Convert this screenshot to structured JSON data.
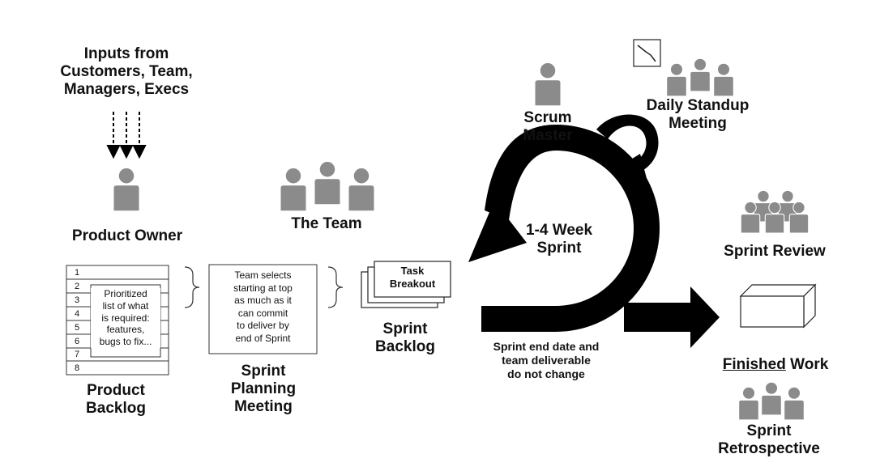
{
  "inputs_label": "Inputs from\nCustomers, Team,\nManagers, Execs",
  "product_owner": "Product Owner",
  "backlog_note": "Prioritized\nlist of what\nis required:\nfeatures,\nbugs to fix...",
  "backlog_rows": [
    "1",
    "2",
    "3",
    "4",
    "5",
    "6",
    "7",
    "8"
  ],
  "product_backlog": "Product\nBacklog",
  "planning_note": "Team selects\nstarting at top\nas much as it\ncan commit\nto deliver by\nend of Sprint",
  "sprint_planning": "Sprint\nPlanning\nMeeting",
  "the_team": "The Team",
  "task_breakout": "Task\nBreakout",
  "sprint_backlog": "Sprint\nBacklog",
  "scrum_master": "Scrum\nMaster",
  "daily_standup": "Daily Standup\nMeeting",
  "sprint_length": "1-4 Week\nSprint",
  "sprint_fixed_note": "Sprint end date and\nteam deliverable\ndo not change",
  "sprint_review": "Sprint Review",
  "finished_underlined": "Finished",
  "finished_rest": " Work",
  "sprint_retrospective": "Sprint\nRetrospective",
  "colors": {
    "figure": "#8b8b8b",
    "ink": "#000000",
    "background": "#ffffff"
  },
  "icons": [
    "person-icon",
    "dotted-arrow-icon",
    "cycle-arrow-icon",
    "box-3d-icon",
    "clock-note-icon"
  ]
}
